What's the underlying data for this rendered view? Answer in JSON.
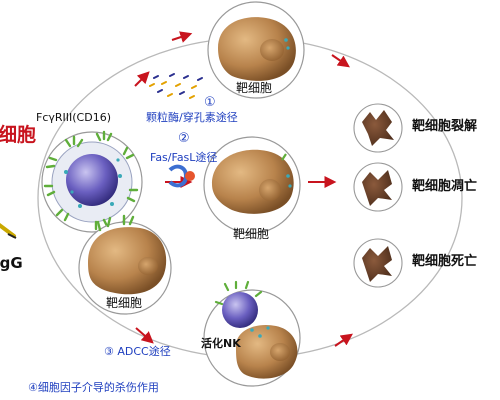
{
  "labels": {
    "nk_partial": "细胞",
    "receptor": "FcγRIII(CD16)",
    "igg_partial": "IgG",
    "target_top": "靶细胞",
    "target_mid": "靶细胞",
    "target_bottom_left": "靶细胞",
    "activated_nk": "活化NK",
    "path1": "①",
    "path1_text": "颗粒酶/穿孔素途径",
    "path2": "②",
    "path2_text": "Fas/FasL途径",
    "path3": "③ ADCC途径",
    "path4": "④细胞因子介导的杀伤作用",
    "out_top": "靶细胞裂解",
    "out_mid": "靶细胞凋亡",
    "out_bottom": "靶细胞死亡"
  },
  "colors": {
    "arrow_red": "#c8141e",
    "label_blue": "#1f3fbf",
    "target_cell": "#b8834c",
    "nk_cell": "#6a5fc0"
  }
}
